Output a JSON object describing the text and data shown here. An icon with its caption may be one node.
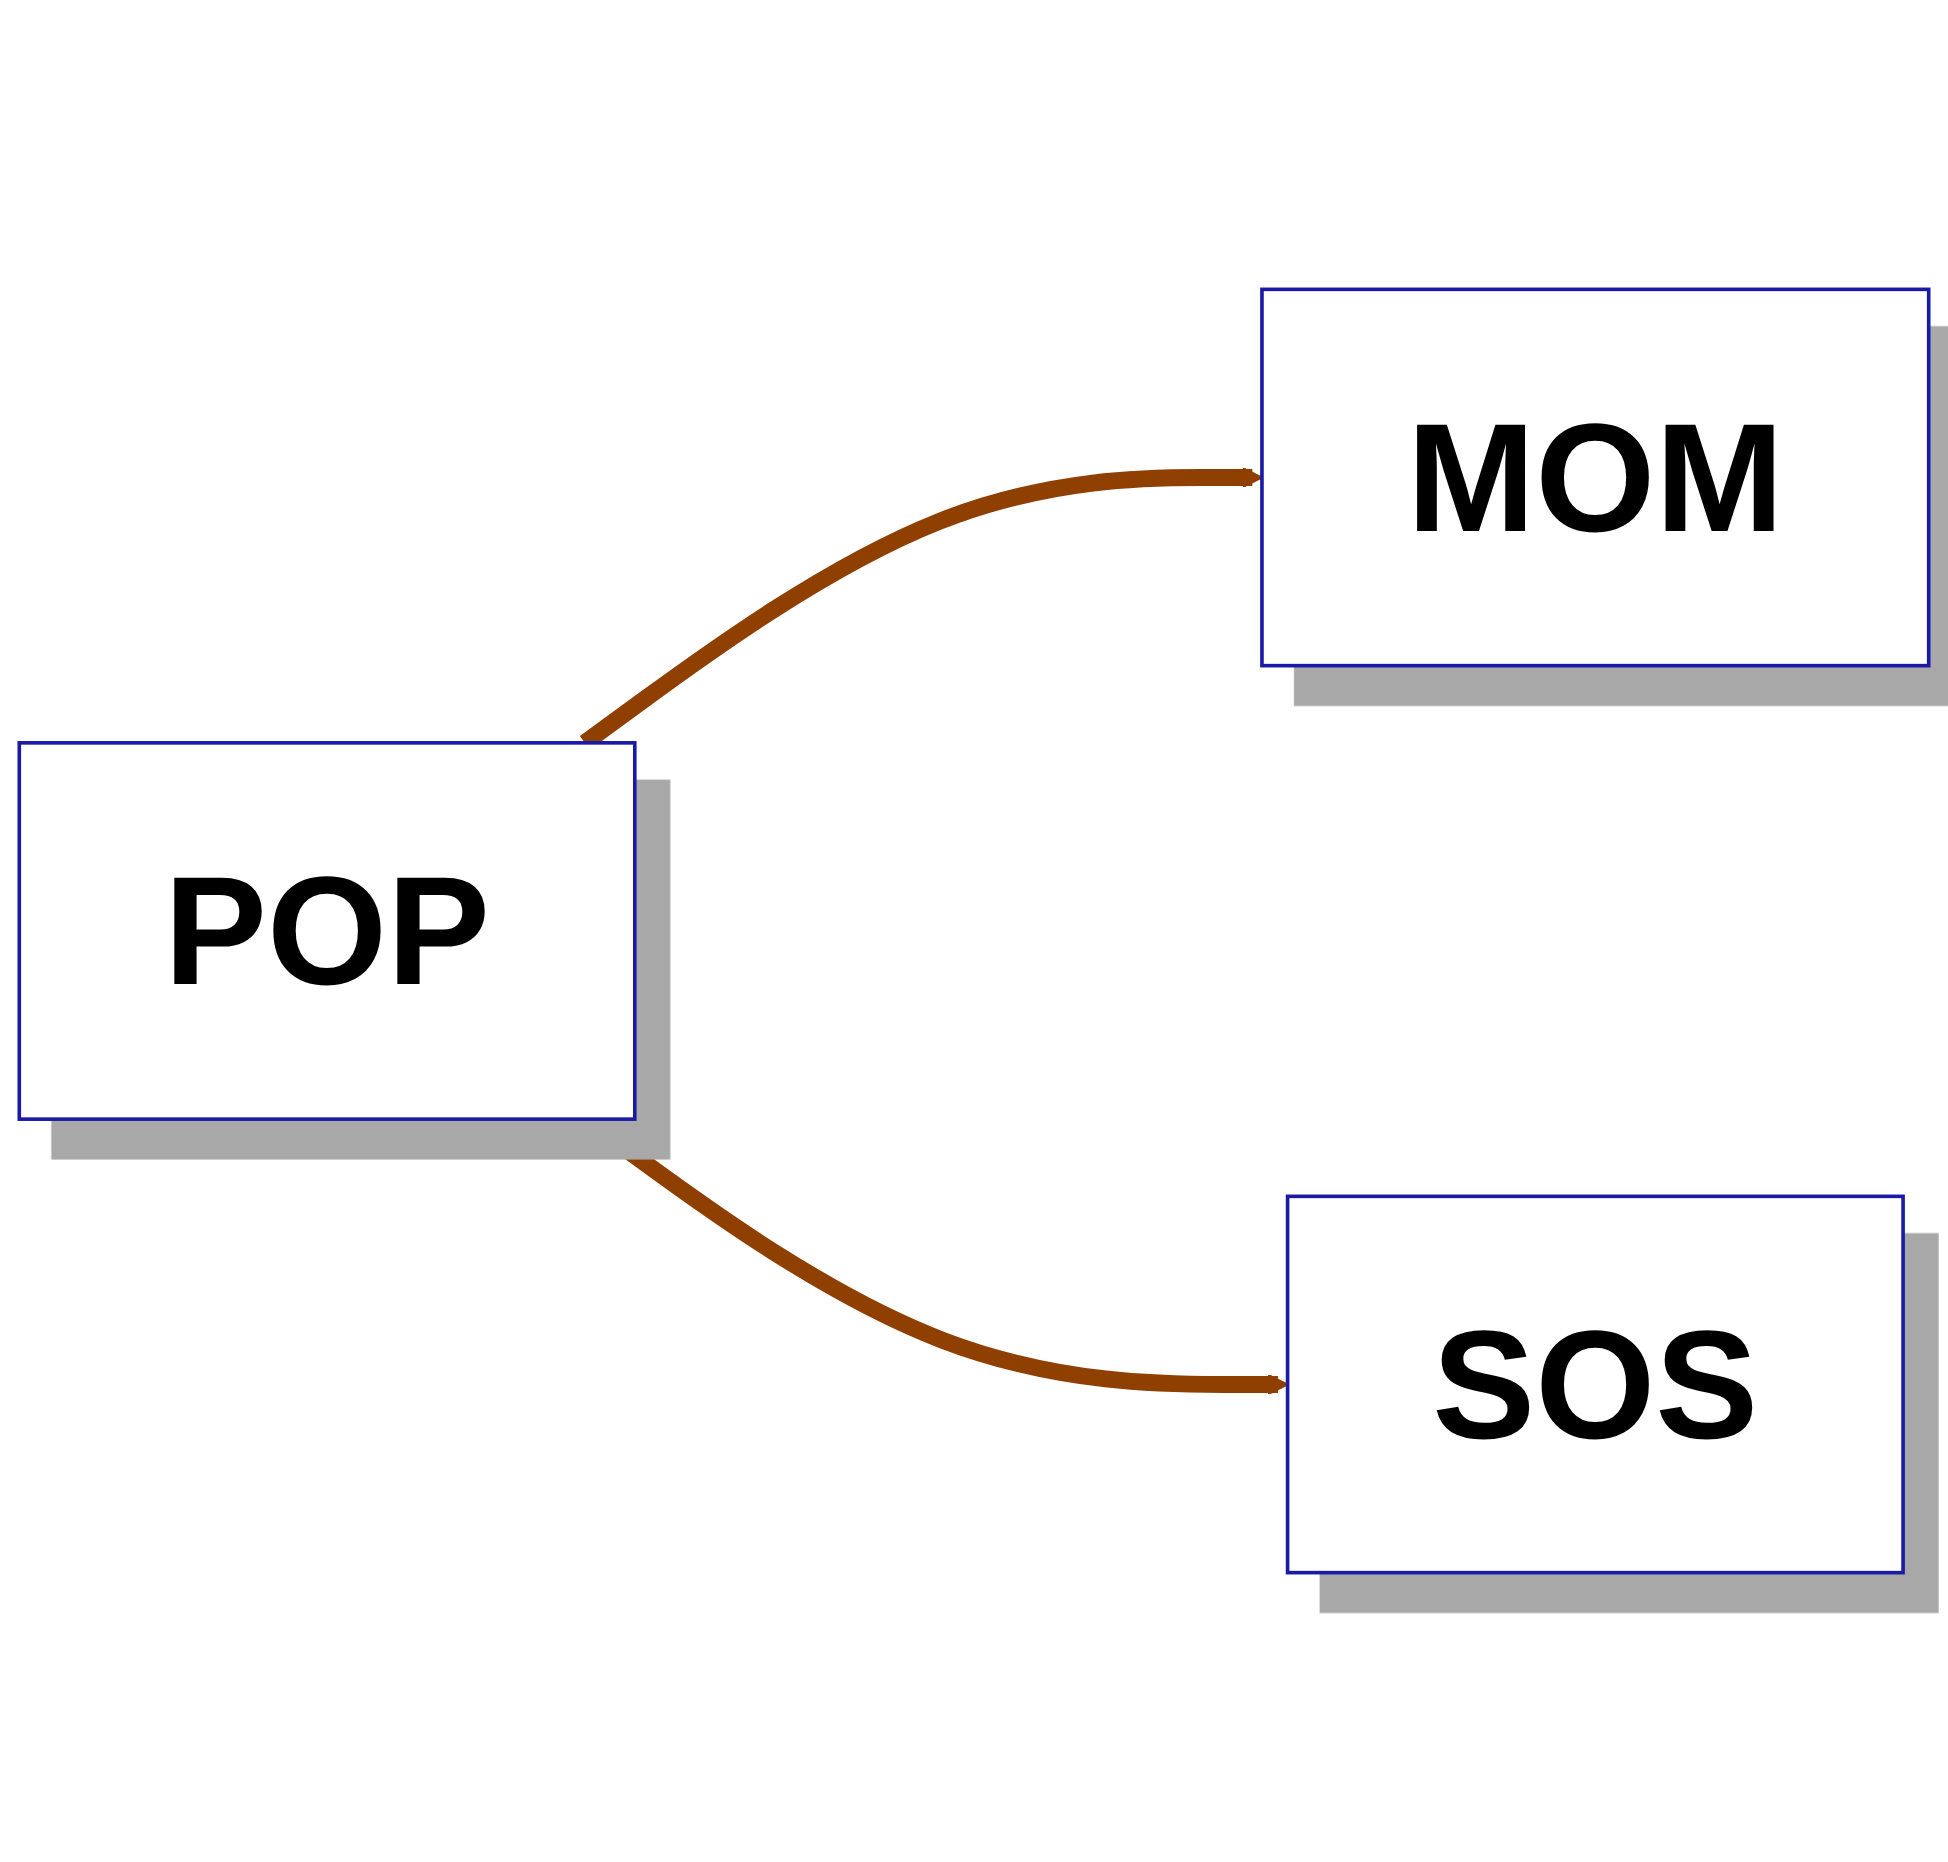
{
  "diagram": {
    "nodes": [
      {
        "text": [
          "POP"
        ]
      },
      {
        "text": [
          "MOM"
        ]
      },
      {
        "text": [
          "SOS"
        ]
      }
    ],
    "edges": [
      {
        "from": 0,
        "to": 1,
        "arrow": "to",
        "color": "#8f3f00"
      },
      {
        "from": 0,
        "to": 2,
        "arrow": "to",
        "color": "#8f3f00"
      }
    ]
  }
}
